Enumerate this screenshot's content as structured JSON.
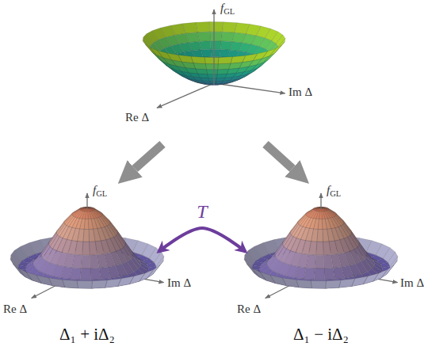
{
  "diagram": {
    "nodes": [
      {
        "text": [
          "fGL",
          "Im Δ",
          "Re Δ"
        ]
      },
      {
        "text": [
          "fGL",
          "Im Δ",
          "Re Δ",
          "Δ₁ + iΔ₂"
        ]
      },
      {
        "text": [
          "fGL",
          "Im Δ",
          "Re Δ",
          "Δ₁ − iΔ₂"
        ]
      }
    ],
    "edges": [
      {
        "from": 0,
        "to": 1,
        "arrow": "to"
      },
      {
        "from": 0,
        "to": 2,
        "arrow": "to"
      },
      {
        "from": 1,
        "to": 2,
        "arrow": "both",
        "label": "T"
      }
    ]
  }
}
